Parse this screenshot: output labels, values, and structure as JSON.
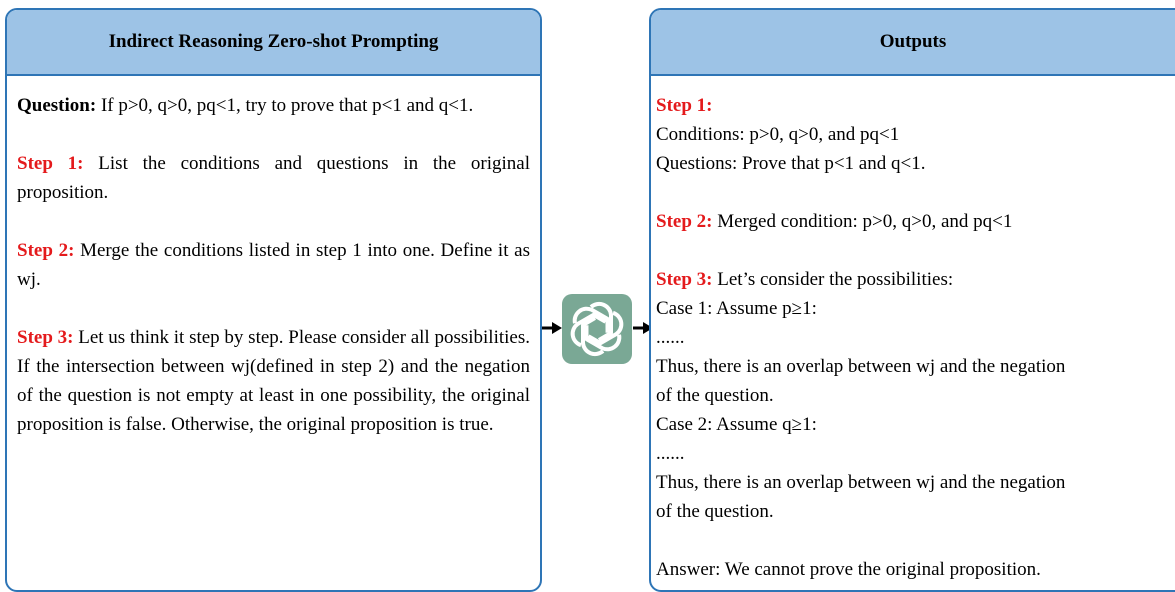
{
  "left_panel": {
    "title": "Indirect Reasoning Zero-shot Prompting",
    "question_label": "Question:",
    "question_text": " If p>0, q>0, pq<1, try to prove that p<1 and q<1.",
    "step1_label": "Step 1:",
    "step1_text": " List the conditions and questions in the original proposition.",
    "step2_label": "Step 2:",
    "step2_text": " Merge the conditions listed in step 1 into one. Define it as wj.",
    "step3_label": "Step 3:",
    "step3_text": " Let us think it step by step. Please consider all possibilities. If the intersection between wj(defined in step 2) and the negation of the question is not empty at least in one possibility, the original proposition is false. Otherwise, the original proposition is true."
  },
  "center_icon": {
    "name": "openai-logo-icon",
    "color": "#7aa895"
  },
  "right_panel": {
    "title": "Outputs",
    "step1_label": "Step 1:",
    "conditions": "Conditions:  p>0, q>0, and pq<1",
    "questions": "Questions:  Prove that p<1 and q<1.",
    "step2_label": "Step 2:",
    "step2_text": " Merged condition: p>0, q>0, and pq<1",
    "step3_label": "Step 3:",
    "step3_text": " Let’s consider the possibilities:",
    "case1": "Case 1: Assume p≥1:",
    "ellipsis1": "......",
    "case1_result_a": "Thus, there is an overlap between wj and the negation",
    "case1_result_b": "of the question.",
    "case2": "Case 2: Assume q≥1:",
    "ellipsis2": "......",
    "case2_result_a": "Thus, there is an overlap between wj and the negation",
    "case2_result_b": "of the question.",
    "answer": "Answer: We cannot prove the original proposition."
  },
  "colors": {
    "header_fill": "#9dc3e6",
    "border": "#2e75b6",
    "step_label": "#e41a1c"
  }
}
